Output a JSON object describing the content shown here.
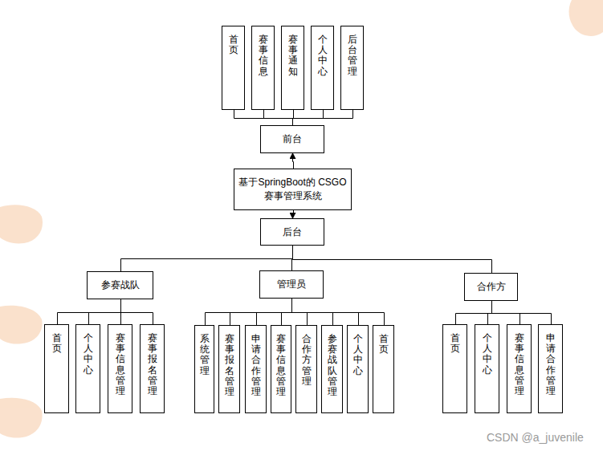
{
  "diagram": {
    "nodes": [
      {
        "text": [
          "首页"
        ],
        "in": null
      },
      {
        "text": [
          "赛事信息"
        ]
      },
      {
        "text": [
          "赛事通知"
        ]
      },
      {
        "text": [
          "个人中心"
        ]
      },
      {
        "text": [
          "后台管理"
        ]
      },
      {
        "text": [
          "前台"
        ]
      },
      {
        "text": [
          "基于SpringBoot的 CSGO赛事管理系统"
        ]
      },
      {
        "text": [
          "后台"
        ]
      },
      {
        "text": [
          "参赛战队"
        ]
      },
      {
        "text": [
          "管理员"
        ]
      },
      {
        "text": [
          "合作方"
        ]
      },
      {
        "text": [
          "首页"
        ]
      },
      {
        "text": [
          "个人中心"
        ]
      },
      {
        "text": [
          "赛事信息管理"
        ]
      },
      {
        "text": [
          "赛事报名管理"
        ]
      },
      {
        "text": [
          "系统管理"
        ]
      },
      {
        "text": [
          "赛事报名管理"
        ]
      },
      {
        "text": [
          "申请合作管理"
        ]
      },
      {
        "text": [
          "赛事信息管理"
        ]
      },
      {
        "text": [
          "合作方管理"
        ]
      },
      {
        "text": [
          "参赛战队管理"
        ]
      },
      {
        "text": [
          "个人中心"
        ]
      },
      {
        "text": [
          "首页"
        ]
      },
      {
        "text": [
          "首页"
        ]
      },
      {
        "text": [
          "个人中心"
        ]
      },
      {
        "text": [
          "赛事信息管理"
        ]
      },
      {
        "text": [
          "申请合作管理"
        ]
      }
    ],
    "edges": [
      {
        "from": 5,
        "to": 0,
        "arrow": "none"
      },
      {
        "from": 5,
        "to": 1,
        "arrow": "none"
      },
      {
        "from": 5,
        "to": 2,
        "arrow": "none"
      },
      {
        "from": 5,
        "to": 3,
        "arrow": "none"
      },
      {
        "from": 5,
        "to": 4,
        "arrow": "none"
      },
      {
        "from": 6,
        "to": 5,
        "arrow": "to"
      },
      {
        "from": 6,
        "to": 7,
        "arrow": "to"
      },
      {
        "from": 7,
        "to": 8,
        "arrow": "none"
      },
      {
        "from": 7,
        "to": 9,
        "arrow": "none"
      },
      {
        "from": 7,
        "to": 10,
        "arrow": "none"
      },
      {
        "from": 8,
        "to": 11,
        "arrow": "none"
      },
      {
        "from": 8,
        "to": 12,
        "arrow": "none"
      },
      {
        "from": 8,
        "to": 13,
        "arrow": "none"
      },
      {
        "from": 8,
        "to": 14,
        "arrow": "none"
      },
      {
        "from": 9,
        "to": 15,
        "arrow": "none"
      },
      {
        "from": 9,
        "to": 16,
        "arrow": "none"
      },
      {
        "from": 9,
        "to": 17,
        "arrow": "none"
      },
      {
        "from": 9,
        "to": 18,
        "arrow": "none"
      },
      {
        "from": 9,
        "to": 19,
        "arrow": "none"
      },
      {
        "from": 9,
        "to": 20,
        "arrow": "none"
      },
      {
        "from": 9,
        "to": 21,
        "arrow": "none"
      },
      {
        "from": 9,
        "to": 22,
        "arrow": "none"
      },
      {
        "from": 10,
        "to": 23,
        "arrow": "none"
      },
      {
        "from": 10,
        "to": 24,
        "arrow": "none"
      },
      {
        "from": 10,
        "to": 25,
        "arrow": "none"
      },
      {
        "from": 10,
        "to": 26,
        "arrow": "none"
      }
    ],
    "labels": [
      "CSDN @a_juvenile"
    ]
  }
}
